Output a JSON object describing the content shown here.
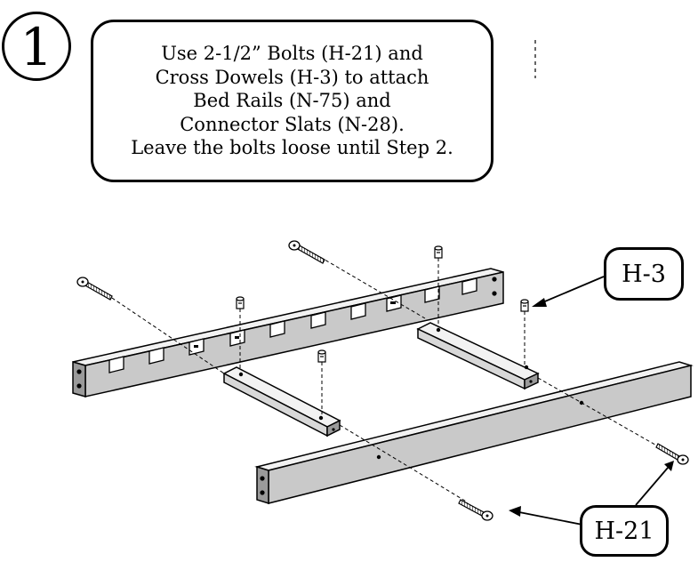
{
  "step": {
    "number": "1"
  },
  "instructions": {
    "lines": [
      "Use 2-1/2” Bolts (H-21) and",
      "Cross Dowels (H-3) to attach",
      "Bed Rails (N-75) and",
      "Connector Slats (N-28).",
      "Leave the bolts loose until Step 2."
    ]
  },
  "callouts": {
    "cross_dowel": "H-3",
    "bolt": "H-21"
  }
}
